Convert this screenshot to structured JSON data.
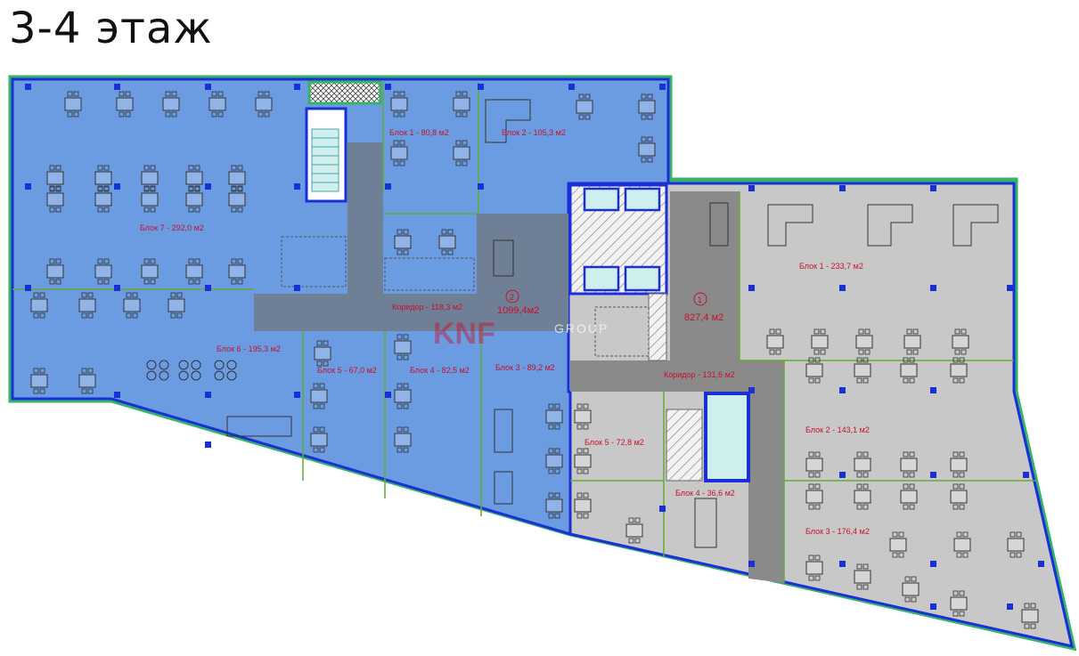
{
  "page": {
    "title": "3-4 этаж"
  },
  "zones": {
    "zone2": {
      "number": "2",
      "area": "1099,4м2"
    },
    "zone1": {
      "number": "1",
      "area": "827,4 м2"
    }
  },
  "labels": {
    "left_blok1": "Блок 1 - 80,8 м2",
    "left_blok2": "Блок 2 - 105,3 м2",
    "left_blok7": "Блок 7 - 292,0 м2",
    "left_blok6": "Блок 6 - 195,3 м2",
    "left_blok5": "Блок 5 - 67,0 м2",
    "left_blok4": "Блок 4 - 82,5 м2",
    "left_blok3": "Блок 3 - 89,2 м2",
    "left_corridor": "Коридор - 118,3 м2",
    "right_blok1": "Блок 1 - 233,7 м2",
    "right_blok2": "Блок 2 - 143,1 м2",
    "right_blok3": "Блок 3 - 176,4 м2",
    "right_blok4": "Блок 4 - 36,6 м2",
    "right_blok5": "Блок 5 - 72,8 м2",
    "right_corridor": "Коридор - 131,6 м2"
  },
  "watermark": {
    "brand": "KNF",
    "group": "GROUP"
  },
  "colors": {
    "zone2_fill": "#6b9be0",
    "zone1_fill": "#c8c8c8",
    "corridor_left": "#6f7f95",
    "corridor_right": "#8a8a8a",
    "wall": "#1a2fd6",
    "partition": "#66aa33",
    "label": "#c8102e"
  }
}
